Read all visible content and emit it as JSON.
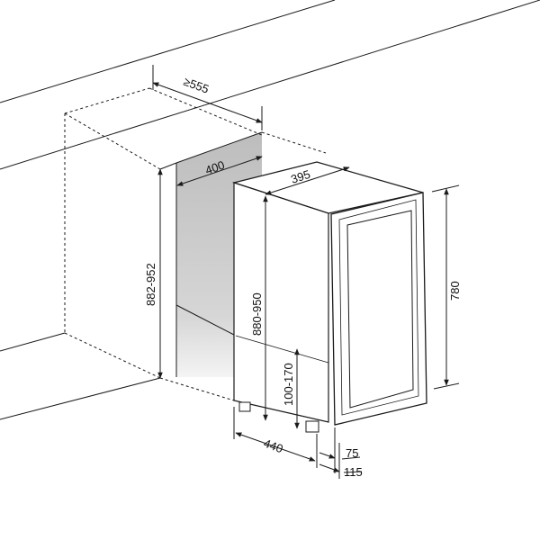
{
  "colors": {
    "line": "#1a1a1a",
    "niche_fill": "#cfcfcf",
    "background": "#ffffff"
  },
  "dimensions": {
    "niche_depth": "≥555",
    "niche_width": "400",
    "niche_height": "882-952",
    "unit_width": "395",
    "unit_height": "880-950",
    "door_height": "780",
    "plinth_height": "100-170",
    "unit_depth": "440",
    "door_offset_small": "75",
    "door_offset_large": "115"
  }
}
